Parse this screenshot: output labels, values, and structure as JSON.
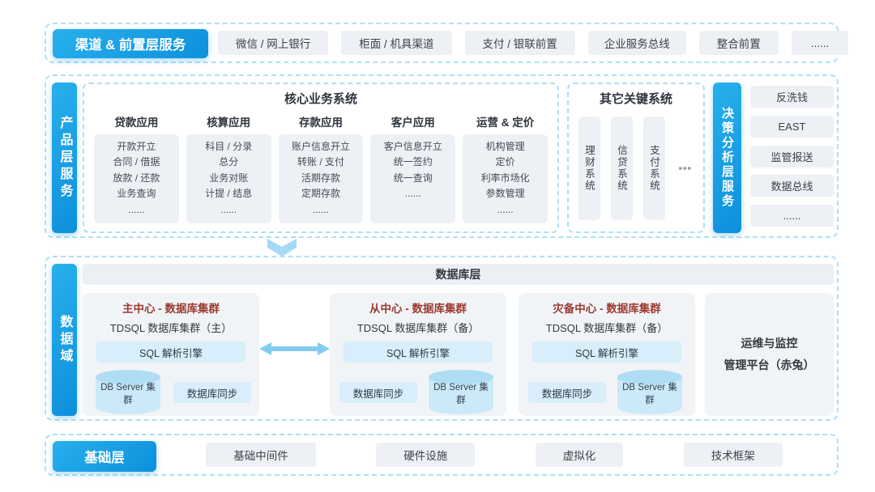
{
  "colors": {
    "accent_blue": "#149fe4",
    "dashed_border": "#aedef6",
    "pill_gray": "#edf1f5",
    "light_blue_box": "#d8eefa",
    "cluster_title_red": "#9b3a30"
  },
  "channel_layer": {
    "label": "渠道 & 前置层服务",
    "items": [
      "微信 / 网上银行",
      "柜面 / 机具渠道",
      "支付 / 银联前置",
      "企业服务总线",
      "整合前置",
      "......"
    ]
  },
  "product_layer": {
    "label": "产品层服务",
    "core_system": {
      "title": "核心业务系统",
      "columns": [
        {
          "header": "贷款应用",
          "items": [
            "开款开立",
            "合同 / 借据",
            "放款 / 还款",
            "业务查询",
            "......"
          ]
        },
        {
          "header": "核算应用",
          "items": [
            "科目 / 分录",
            "总分",
            "业务对账",
            "计提 / 结息",
            "......"
          ]
        },
        {
          "header": "存款应用",
          "items": [
            "账户信息开立",
            "转账 / 支付",
            "活期存款",
            "定期存款",
            "......"
          ]
        },
        {
          "header": "客户应用",
          "items": [
            "客户信息开立",
            "统一签约",
            "统一查询",
            "......"
          ]
        },
        {
          "header": "运营 & 定价",
          "items": [
            "机构管理",
            "定价",
            "利率市场化",
            "参数管理",
            "......"
          ]
        }
      ]
    },
    "other_systems": {
      "title": "其它关键系统",
      "items": [
        "理财系统",
        "信贷系统",
        "支付系统"
      ],
      "ellipsis": "⋮"
    }
  },
  "decision_layer": {
    "label": "决策分析层服务",
    "items": [
      "反洗钱",
      "EAST",
      "监管报送",
      "数据总线",
      "......"
    ]
  },
  "data_domain": {
    "label": "数据域",
    "db_layer_title": "数据库层",
    "clusters": [
      {
        "title": "主中心 - 数据库集群",
        "subtitle": "TDSQL 数据库集群（主）",
        "engine": "SQL 解析引擎",
        "db_server": "DB Server 集群",
        "sync": "数据库同步"
      },
      {
        "title": "从中心 - 数据库集群",
        "subtitle": "TDSQL 数据库集群（备）",
        "engine": "SQL 解析引擎",
        "db_server": "DB Server 集群",
        "sync": "数据库同步"
      },
      {
        "title": "灾备中心 - 数据库集群",
        "subtitle": "TDSQL 数据库集群（备）",
        "engine": "SQL 解析引擎",
        "db_server": "DB Server 集群",
        "sync": "数据库同步"
      }
    ],
    "ops_platform": {
      "line1": "运维与监控",
      "line2": "管理平台（赤兔）"
    }
  },
  "base_layer": {
    "label": "基础层",
    "items": [
      "基础中间件",
      "硬件设施",
      "虚拟化",
      "技术框架"
    ]
  }
}
